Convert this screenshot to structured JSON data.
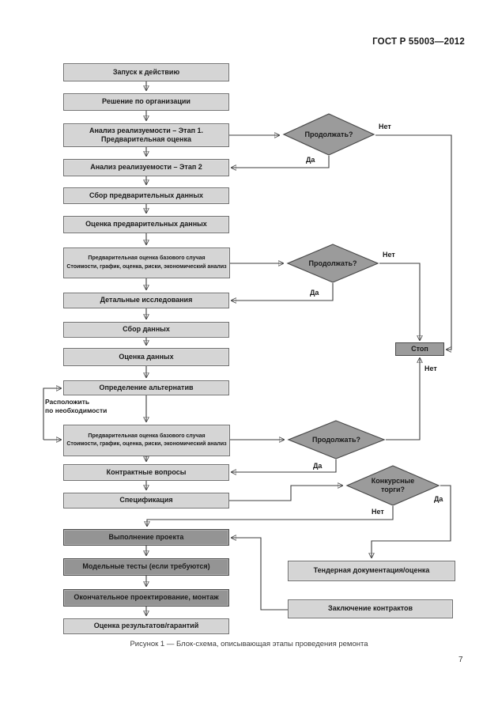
{
  "header": {
    "title": "ГОСТ Р 55003—2012"
  },
  "caption": "Рисунок 1 — Блок-схема, описывающая этапы проведения ремонта",
  "page_number": "7",
  "labels": {
    "yes": "Да",
    "no": "Нет",
    "note_line1": "Расположить",
    "note_line2": "по необходимости"
  },
  "colors": {
    "box_light": "#d5d5d5",
    "box_dark": "#949494",
    "diamond": "#9b9b9b",
    "border_light": "#6f6f6f",
    "border_dark": "#4a4a4a",
    "line": "#3d3d3d",
    "text": "#1a1a1a"
  },
  "nodes": {
    "start": {
      "label": "Запуск к действию"
    },
    "org_decision": {
      "label": "Решение по организации"
    },
    "feasibility1": {
      "line1": "Анализ реализуемости – Этап 1.",
      "line2": "Предварительная оценка"
    },
    "feasibility2": {
      "label": "Анализ реализуемости – Этап 2"
    },
    "collect_prelim": {
      "label": "Сбор предварительных данных"
    },
    "eval_prelim": {
      "label": "Оценка предварительных данных"
    },
    "base_case1": {
      "line1": "Предварительная оценка базового случая",
      "line2": "Стоимости, график, оценка, риски, экономический анализ"
    },
    "detailed": {
      "label": "Детальные исследования"
    },
    "collect_data": {
      "label": "Сбор данных"
    },
    "eval_data": {
      "label": "Оценка данных"
    },
    "alternatives": {
      "label": "Определение альтернатив"
    },
    "base_case2": {
      "line1": "Предварительная оценка базового случая",
      "line2": "Стоимости, график, оценка, риски, экономический анализ"
    },
    "contract_q": {
      "label": "Контрактные вопросы"
    },
    "spec": {
      "label": "Спецификация"
    },
    "exec": {
      "label": "Выполнение проекта"
    },
    "model_tests": {
      "label": "Модельные тесты (если требуются)"
    },
    "final_design": {
      "label": "Окончательное проектирование, монтаж"
    },
    "results": {
      "label": "Оценка результатов/гарантий"
    },
    "decision1": {
      "label": "Продолжать?"
    },
    "decision2": {
      "label": "Продолжать?"
    },
    "decision3": {
      "label": "Продолжать?"
    },
    "tender_decision": {
      "line1": "Конкурсные",
      "line2": "торги?"
    },
    "stop": {
      "label": "Стоп"
    },
    "tender_docs": {
      "label": "Тендерная документация/оценка"
    },
    "contracts": {
      "label": "Заключение контрактов"
    }
  }
}
